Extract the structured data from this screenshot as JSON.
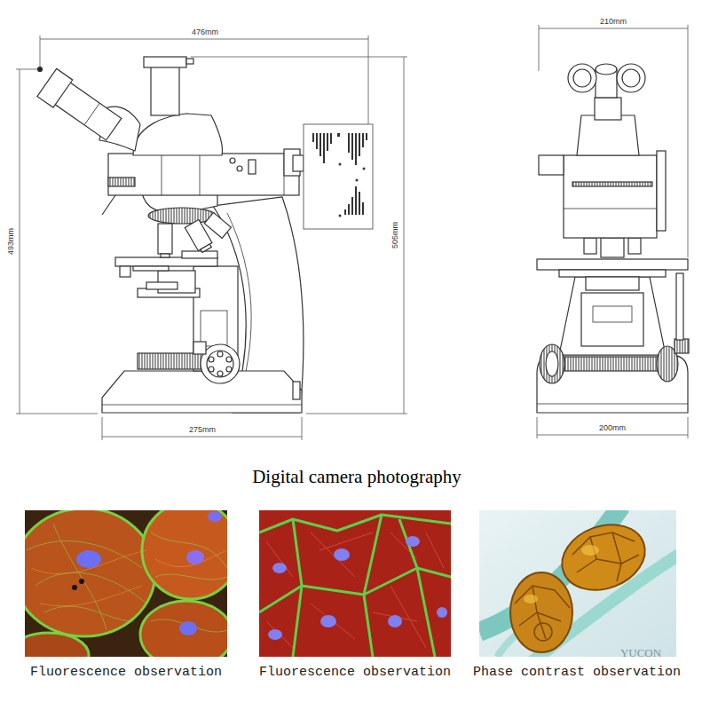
{
  "diagram": {
    "title": "Digital camera photography",
    "labels": [
      "476mm",
      "210mm",
      "493mm",
      "505mm",
      "275mm",
      "200mm",
      "Fluorescence observation",
      "Fluorescence observation",
      "Phase contrast observation",
      "YUCON"
    ]
  }
}
